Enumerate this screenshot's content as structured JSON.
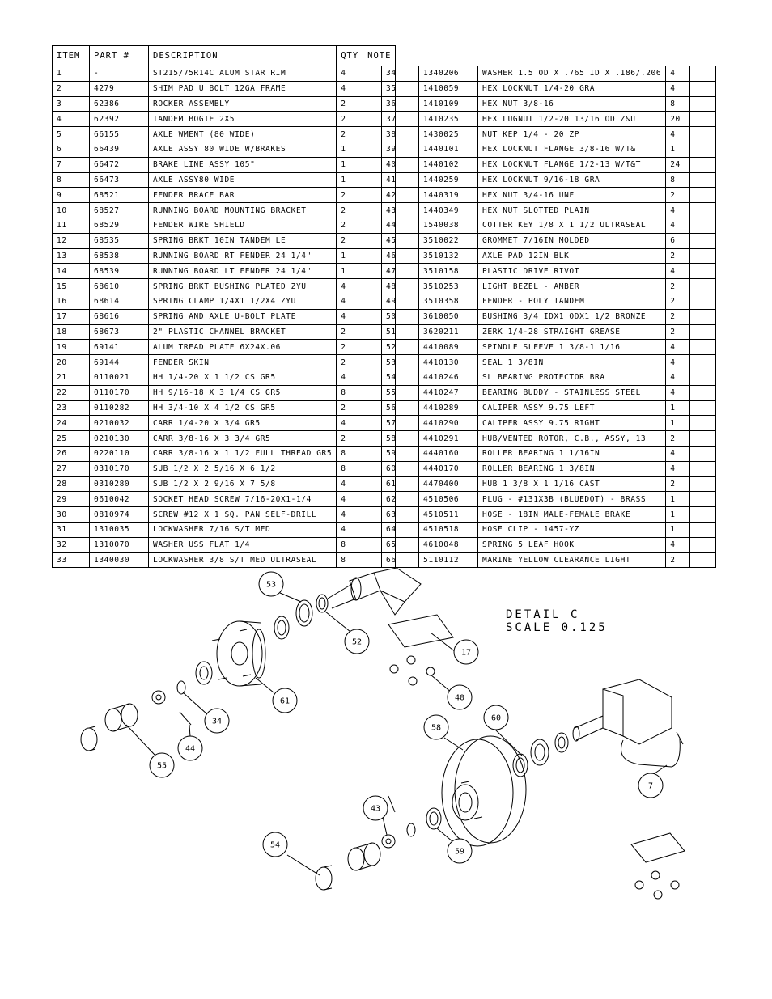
{
  "table": {
    "headers": {
      "item": "ITEM",
      "part": "PART #",
      "description": "DESCRIPTION",
      "qty": "QTY",
      "note": "NOTE"
    },
    "left_rows": [
      {
        "item": "1",
        "part": "-",
        "desc": "ST215/75R14C ALUM STAR RIM",
        "qty": "4"
      },
      {
        "item": "2",
        "part": "4279",
        "desc": "SHIM PAD  U BOLT 12GA FRAME",
        "qty": "4"
      },
      {
        "item": "3",
        "part": "62386",
        "desc": "ROCKER ASSEMBLY",
        "qty": "2"
      },
      {
        "item": "4",
        "part": "62392",
        "desc": "TANDEM BOGIE  2X5",
        "qty": "2"
      },
      {
        "item": "5",
        "part": "66155",
        "desc": "AXLE WMENT (80 WIDE)",
        "qty": "2"
      },
      {
        "item": "6",
        "part": "66439",
        "desc": "AXLE ASSY 80 WIDE W/BRAKES",
        "qty": "1"
      },
      {
        "item": "7",
        "part": "66472",
        "desc": "BRAKE LINE ASSY 105\"",
        "qty": "1"
      },
      {
        "item": "8",
        "part": "66473",
        "desc": "AXLE ASSY80 WIDE",
        "qty": "1"
      },
      {
        "item": "9",
        "part": "68521",
        "desc": "FENDER BRACE BAR",
        "qty": "2"
      },
      {
        "item": "10",
        "part": "68527",
        "desc": "RUNNING BOARD MOUNTING BRACKET",
        "qty": "2"
      },
      {
        "item": "11",
        "part": "68529",
        "desc": "FENDER WIRE SHIELD",
        "qty": "2"
      },
      {
        "item": "12",
        "part": "68535",
        "desc": "SPRING BRKT  10IN TANDEM LE",
        "qty": "2"
      },
      {
        "item": "13",
        "part": "68538",
        "desc": "RUNNING BOARD RT FENDER 24 1/4\"",
        "qty": "1"
      },
      {
        "item": "14",
        "part": "68539",
        "desc": "RUNNING BOARD LT FENDER 24 1/4\"",
        "qty": "1"
      },
      {
        "item": "15",
        "part": "68610",
        "desc": "SPRING BRKT BUSHING PLATED ZYU",
        "qty": "4"
      },
      {
        "item": "16",
        "part": "68614",
        "desc": "SPRING CLAMP  1/4X1 1/2X4  ZYU",
        "qty": "4"
      },
      {
        "item": "17",
        "part": "68616",
        "desc": "SPRING AND AXLE U-BOLT PLATE",
        "qty": "4"
      },
      {
        "item": "18",
        "part": "68673",
        "desc": "2\" PLASTIC CHANNEL BRACKET",
        "qty": "2"
      },
      {
        "item": "19",
        "part": "69141",
        "desc": "ALUM TREAD PLATE 6X24X.06",
        "qty": "2"
      },
      {
        "item": "20",
        "part": "69144",
        "desc": "FENDER SKIN",
        "qty": "2"
      },
      {
        "item": "21",
        "part": "0110021",
        "desc": "HH 1/4-20 X 1 1/2 CS GR5",
        "qty": "4"
      },
      {
        "item": "22",
        "part": "0110170",
        "desc": "HH 9/16-18 X 3 1/4 CS GR5",
        "qty": "8"
      },
      {
        "item": "23",
        "part": "0110282",
        "desc": "HH 3/4-10 X 4 1/2 CS GR5",
        "qty": "2"
      },
      {
        "item": "24",
        "part": "0210032",
        "desc": "CARR 1/4-20 X 3/4 GR5",
        "qty": "4"
      },
      {
        "item": "25",
        "part": "0210130",
        "desc": "CARR 3/8-16 X 3 3/4 GR5",
        "qty": "2"
      },
      {
        "item": "26",
        "part": "0220110",
        "desc": "CARR 3/8-16 X 1 1/2 FULL THREAD GR5",
        "qty": "8"
      },
      {
        "item": "27",
        "part": "0310170",
        "desc": "SUB 1/2 X 2 5/16 X 6 1/2",
        "qty": "8"
      },
      {
        "item": "28",
        "part": "0310280",
        "desc": "SUB 1/2 X 2 9/16 X 7 5/8",
        "qty": "4"
      },
      {
        "item": "29",
        "part": "0610042",
        "desc": "SOCKET HEAD SCREW 7/16-20X1-1/4",
        "qty": "4"
      },
      {
        "item": "30",
        "part": "0810974",
        "desc": "SCREW #12 X 1 SQ. PAN SELF-DRILL",
        "qty": "4"
      },
      {
        "item": "31",
        "part": "1310035",
        "desc": "LOCKWASHER 7/16 S/T MED",
        "qty": "4"
      },
      {
        "item": "32",
        "part": "1310070",
        "desc": "WASHER USS FLAT 1/4",
        "qty": "8"
      },
      {
        "item": "33",
        "part": "1340030",
        "desc": "LOCKWASHER 3/8 S/T MED ULTRASEAL",
        "qty": "8"
      }
    ],
    "right_rows": [
      {
        "item": "34",
        "part": "1340206",
        "desc": "WASHER 1.5 OD X .765 ID X .186/.206",
        "qty": "4"
      },
      {
        "item": "35",
        "part": "1410059",
        "desc": "HEX LOCKNUT 1/4-20 GRA",
        "qty": "4"
      },
      {
        "item": "36",
        "part": "1410109",
        "desc": "HEX NUT 3/8-16",
        "qty": "8"
      },
      {
        "item": "37",
        "part": "1410235",
        "desc": "HEX LUGNUT 1/2-20 13/16 OD Z&U",
        "qty": "20"
      },
      {
        "item": "38",
        "part": "1430025",
        "desc": "NUT KEP 1/4 - 20 ZP",
        "qty": "4"
      },
      {
        "item": "39",
        "part": "1440101",
        "desc": "HEX LOCKNUT FLANGE 3/8-16 W/T&T",
        "qty": "1"
      },
      {
        "item": "40",
        "part": "1440102",
        "desc": "HEX LOCKNUT FLANGE 1/2-13 W/T&T",
        "qty": "24"
      },
      {
        "item": "41",
        "part": "1440259",
        "desc": "HEX LOCKNUT 9/16-18 GRA",
        "qty": "8"
      },
      {
        "item": "42",
        "part": "1440319",
        "desc": "HEX NUT 3/4-16 UNF",
        "qty": "2"
      },
      {
        "item": "43",
        "part": "1440349",
        "desc": "HEX NUT SLOTTED PLAIN",
        "qty": "4"
      },
      {
        "item": "44",
        "part": "1540038",
        "desc": "COTTER KEY 1/8 X 1 1/2 ULTRASEAL",
        "qty": "4"
      },
      {
        "item": "45",
        "part": "3510022",
        "desc": "GROMMET  7/16IN MOLDED",
        "qty": "6"
      },
      {
        "item": "46",
        "part": "3510132",
        "desc": "AXLE PAD 12IN  BLK",
        "qty": "2"
      },
      {
        "item": "47",
        "part": "3510158",
        "desc": "PLASTIC DRIVE RIVOT",
        "qty": "4"
      },
      {
        "item": "48",
        "part": "3510253",
        "desc": "LIGHT BEZEL - AMBER",
        "qty": "2"
      },
      {
        "item": "49",
        "part": "3510358",
        "desc": "FENDER - POLY TANDEM",
        "qty": "2"
      },
      {
        "item": "50",
        "part": "3610050",
        "desc": "BUSHING  3/4 IDX1 ODX1 1/2 BRONZE",
        "qty": "2"
      },
      {
        "item": "51",
        "part": "3620211",
        "desc": "ZERK  1/4-28 STRAIGHT GREASE",
        "qty": "2"
      },
      {
        "item": "52",
        "part": "4410089",
        "desc": "SPINDLE SLEEVE  1 3/8-1 1/16",
        "qty": "4"
      },
      {
        "item": "53",
        "part": "4410130",
        "desc": "SEAL  1 3/8IN",
        "qty": "4"
      },
      {
        "item": "54",
        "part": "4410246",
        "desc": "SL BEARING PROTECTOR BRA",
        "qty": "4"
      },
      {
        "item": "55",
        "part": "4410247",
        "desc": "BEARING BUDDY - STAINLESS STEEL",
        "qty": "4"
      },
      {
        "item": "56",
        "part": "4410289",
        "desc": "CALIPER ASSY 9.75 LEFT",
        "qty": "1"
      },
      {
        "item": "57",
        "part": "4410290",
        "desc": "CALIPER ASSY 9.75 RIGHT",
        "qty": "1"
      },
      {
        "item": "58",
        "part": "4410291",
        "desc": "HUB/VENTED ROTOR, C.B., ASSY, 13",
        "qty": "2"
      },
      {
        "item": "59",
        "part": "4440160",
        "desc": "ROLLER BEARING   1 1/16IN",
        "qty": "4"
      },
      {
        "item": "60",
        "part": "4440170",
        "desc": "ROLLER BEARING   1 3/8IN",
        "qty": "4"
      },
      {
        "item": "61",
        "part": "4470400",
        "desc": "HUB  1 3/8 X 1 1/16 CAST",
        "qty": "2"
      },
      {
        "item": "62",
        "part": "4510506",
        "desc": "PLUG - #131X3B (BLUEDOT) - BRASS",
        "qty": "1"
      },
      {
        "item": "63",
        "part": "4510511",
        "desc": "HOSE - 18IN MALE-FEMALE BRAKE",
        "qty": "1"
      },
      {
        "item": "64",
        "part": "4510518",
        "desc": "HOSE CLIP - 1457-YZ",
        "qty": "1"
      },
      {
        "item": "65",
        "part": "4610048",
        "desc": "SPRING  5 LEAF HOOK",
        "qty": "4"
      },
      {
        "item": "66",
        "part": "5110112",
        "desc": "MARINE YELLOW CLEARANCE LIGHT",
        "qty": "2"
      }
    ]
  },
  "detail": {
    "title": "DETAIL  C",
    "scale": "SCALE  0.125"
  },
  "callouts": [
    "53",
    "52",
    "17",
    "40",
    "61",
    "34",
    "44",
    "55",
    "60",
    "58",
    "7",
    "43",
    "54",
    "59"
  ]
}
